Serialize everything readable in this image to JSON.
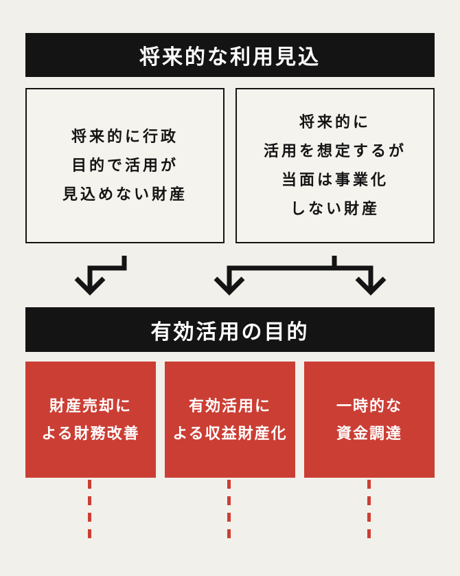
{
  "colors": {
    "background": "#f2f0ea",
    "panel": "#f5f3ee",
    "ink": "#141414",
    "red": "#cb3e34",
    "text_on_dark": "#ffffff"
  },
  "diagram": {
    "top_header": "将来的な利用見込",
    "source_boxes": [
      {
        "lines": [
          "将来的に行政",
          "目的で活用が",
          "見込めない財産"
        ]
      },
      {
        "lines": [
          "将来的に",
          "活用を想定するが",
          "当面は事業化",
          "しない財産"
        ]
      }
    ],
    "bottom_header": "有効活用の目的",
    "purpose_boxes": [
      {
        "lines": [
          "財産売却に",
          "よる財務改善"
        ]
      },
      {
        "lines": [
          "有効活用に",
          "よる収益財産化"
        ]
      },
      {
        "lines": [
          "一時的な",
          "資金調達"
        ]
      }
    ]
  }
}
